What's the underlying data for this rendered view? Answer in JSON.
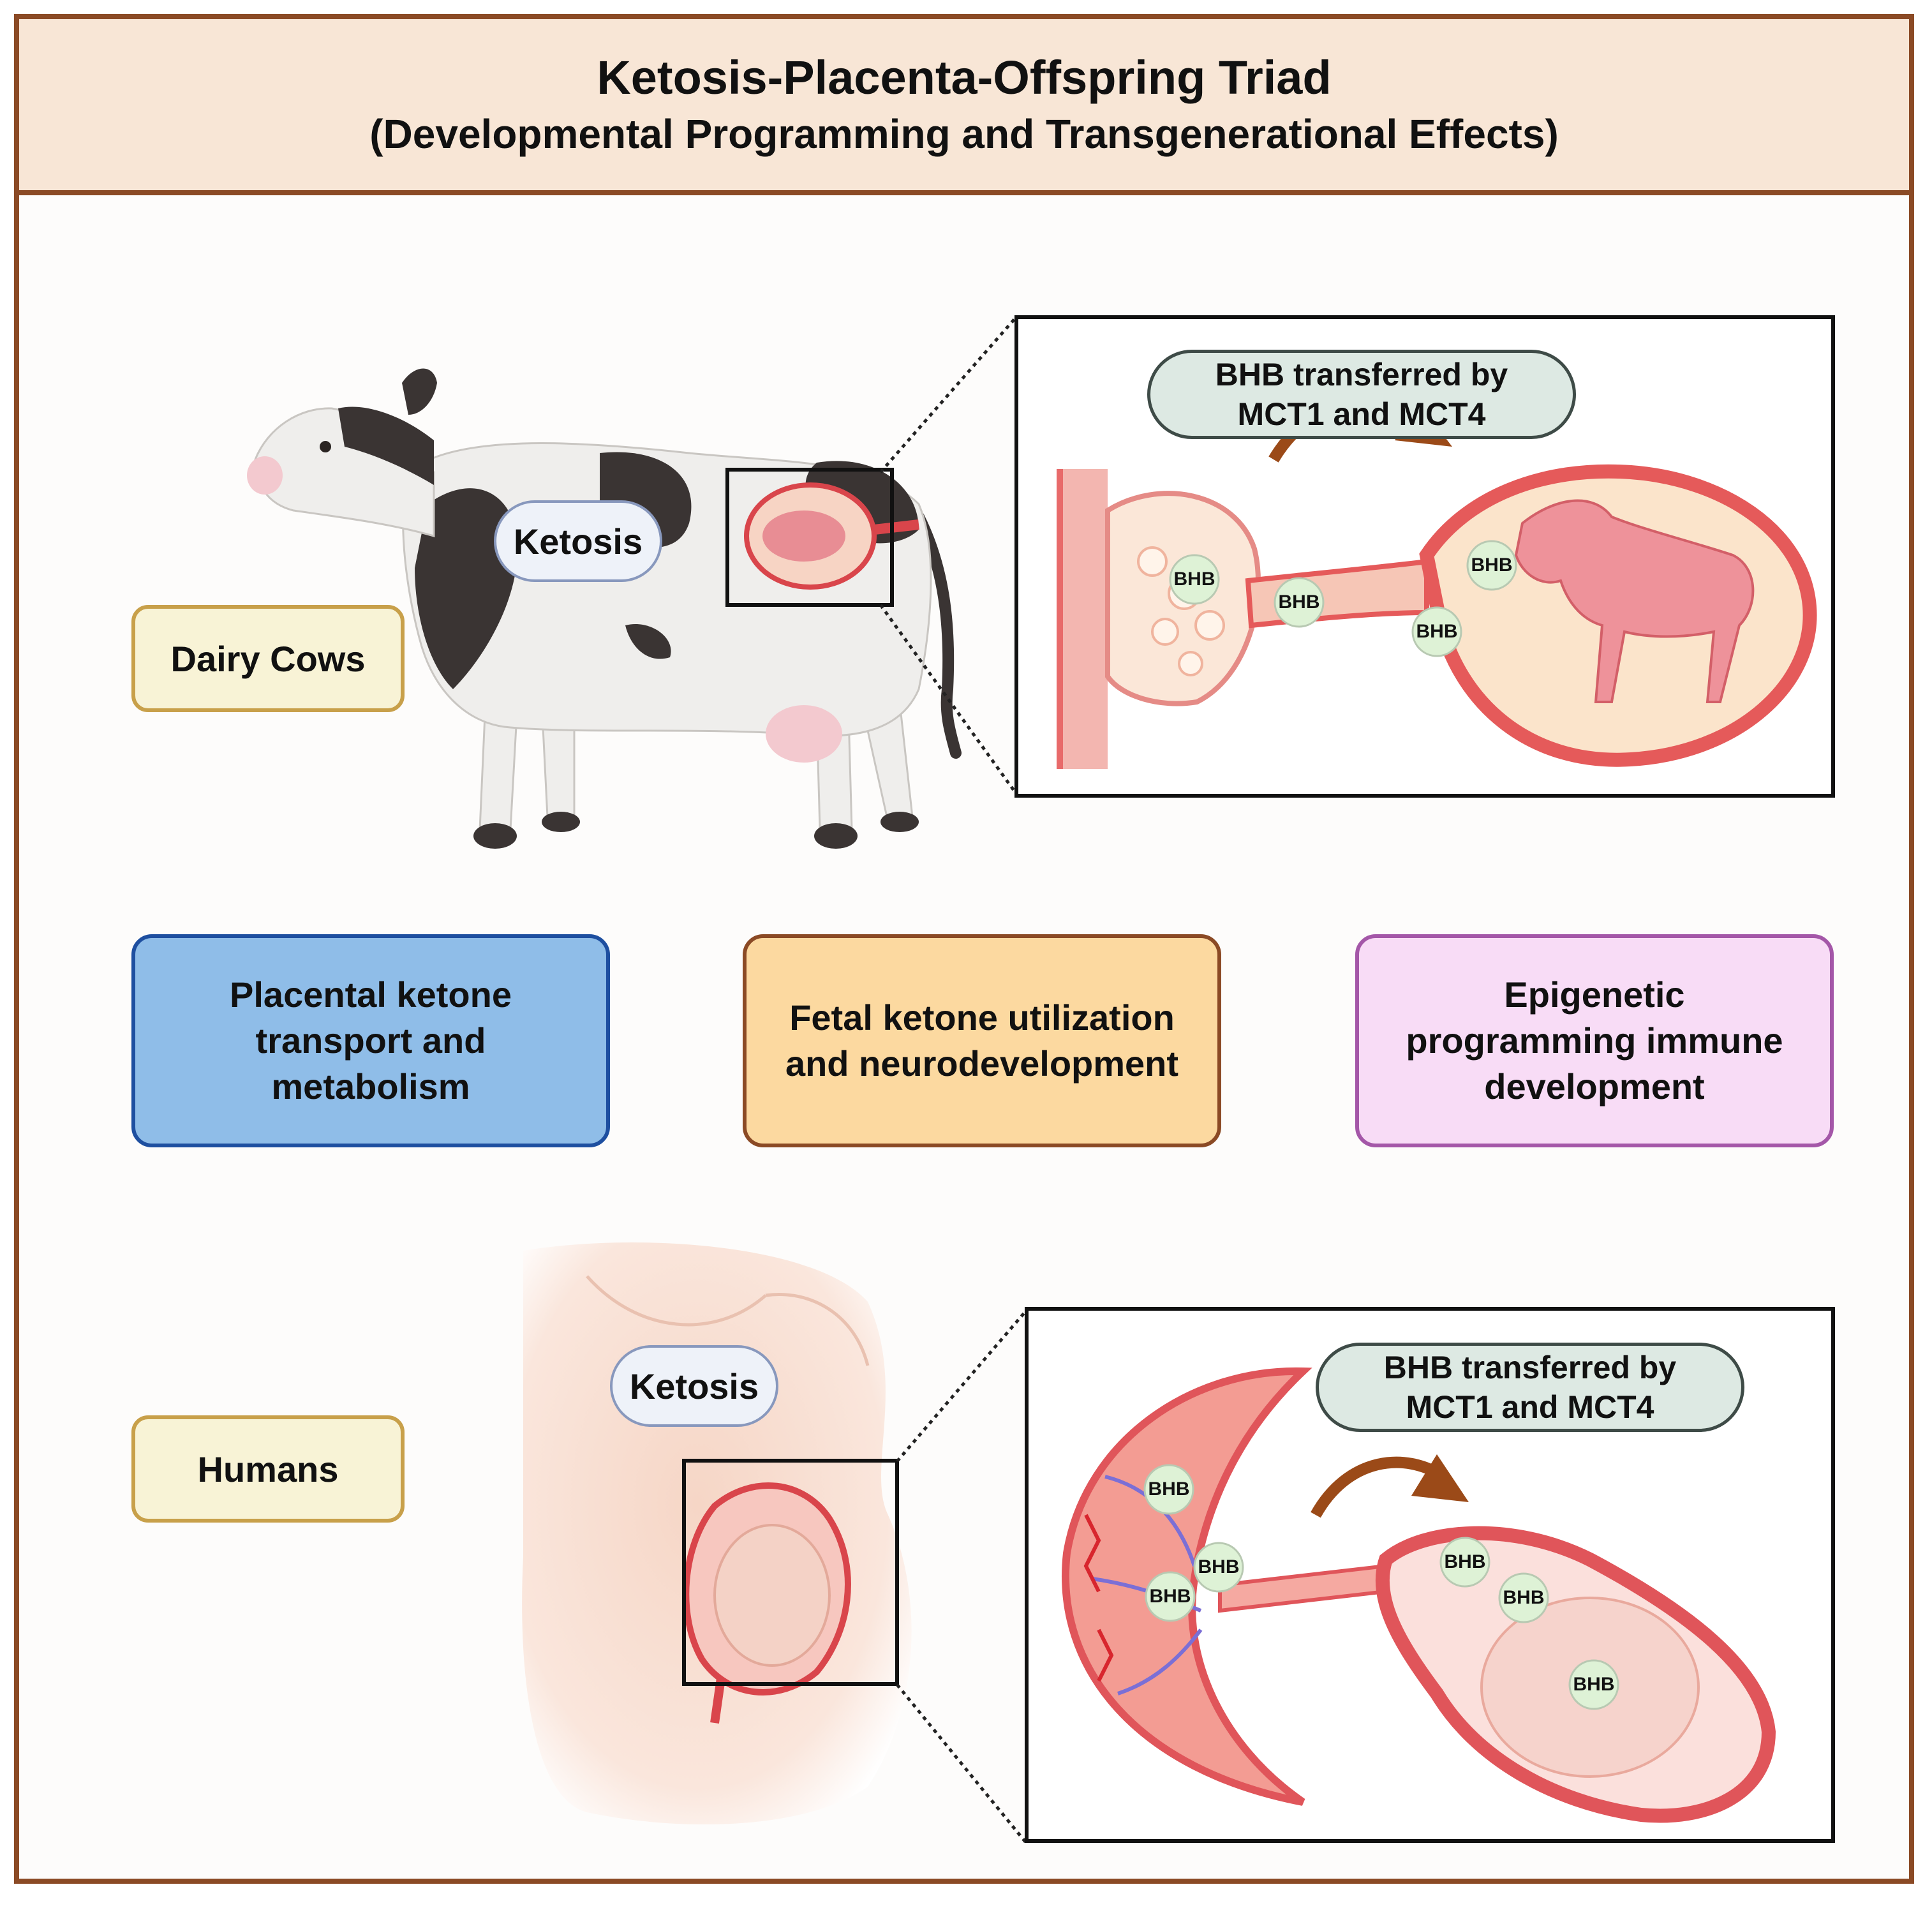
{
  "header": {
    "title": "Ketosis-Placenta-Offspring Triad",
    "subtitle": "(Developmental Programming and Transgenerational Effects)"
  },
  "species": {
    "cows": "Dairy Cows",
    "humans": "Humans"
  },
  "ketosis_label": "Ketosis",
  "transfer_label": {
    "line1": "BHB transferred by",
    "line2": "MCT1 and MCT4"
  },
  "bhb_label": "BHB",
  "themes": {
    "placental": "Placental ketone transport and metabolism",
    "fetal": "Fetal ketone utilization and neurodevelopment",
    "epigenetic": "Epigenetic programming immune development"
  },
  "colors": {
    "frame": "#8b4a25",
    "header_bg": "#f8e6d6",
    "placental_bg": "#8fbde8",
    "placental_border": "#1e4fa0",
    "fetal_bg": "#fcd9a0",
    "fetal_border": "#8b4a25",
    "epigenetic_bg": "#f8dcf6",
    "epigenetic_border": "#a457a8"
  }
}
